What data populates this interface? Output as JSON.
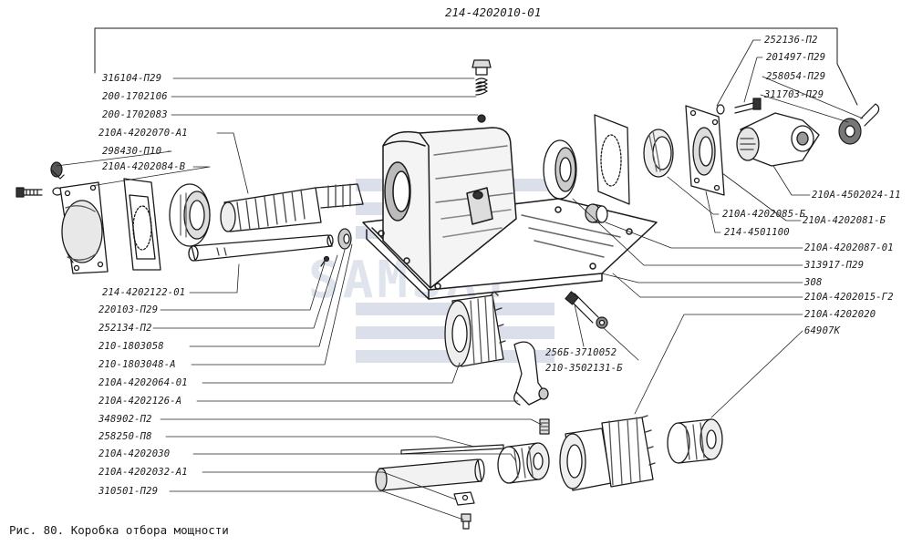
{
  "assembly_number": "214-4202010-01",
  "caption": "Рис. 80. Коробка отбора мощности",
  "watermark": "SAMSAT",
  "part_labels": [
    {
      "id": "316104-П29"
    },
    {
      "id": "200-1702106"
    },
    {
      "id": "200-1702083"
    },
    {
      "id": "210А-4202070-А1"
    },
    {
      "id": "298430-П10"
    },
    {
      "id": "210А-4202084-В"
    },
    {
      "id": "214-4202122-01"
    },
    {
      "id": "220103-П29"
    },
    {
      "id": "252134-П2"
    },
    {
      "id": "210-1803058"
    },
    {
      "id": "210-1803048-А"
    },
    {
      "id": "210А-4202064-01"
    },
    {
      "id": "210А-4202126-А"
    },
    {
      "id": "348902-П2"
    },
    {
      "id": "258250-П8"
    },
    {
      "id": "210А-4202030"
    },
    {
      "id": "210А-4202032-А1"
    },
    {
      "id": "310501-П29"
    },
    {
      "id": "252136-П2"
    },
    {
      "id": "201497-П29"
    },
    {
      "id": "258054-П29"
    },
    {
      "id": "311703-П29"
    },
    {
      "id": "210А-4502024-11"
    },
    {
      "id": "210А-4202085-Б"
    },
    {
      "id": "214-4501100"
    },
    {
      "id": "210А-4202081-Б"
    },
    {
      "id": "210А-4202087-01"
    },
    {
      "id": "313917-П29"
    },
    {
      "id": "308"
    },
    {
      "id": "210А-4202015-Г2"
    },
    {
      "id": "210А-4202020"
    },
    {
      "id": "64907К"
    },
    {
      "id": "256Б-3710052"
    },
    {
      "id": "210-3502131-Б"
    }
  ]
}
